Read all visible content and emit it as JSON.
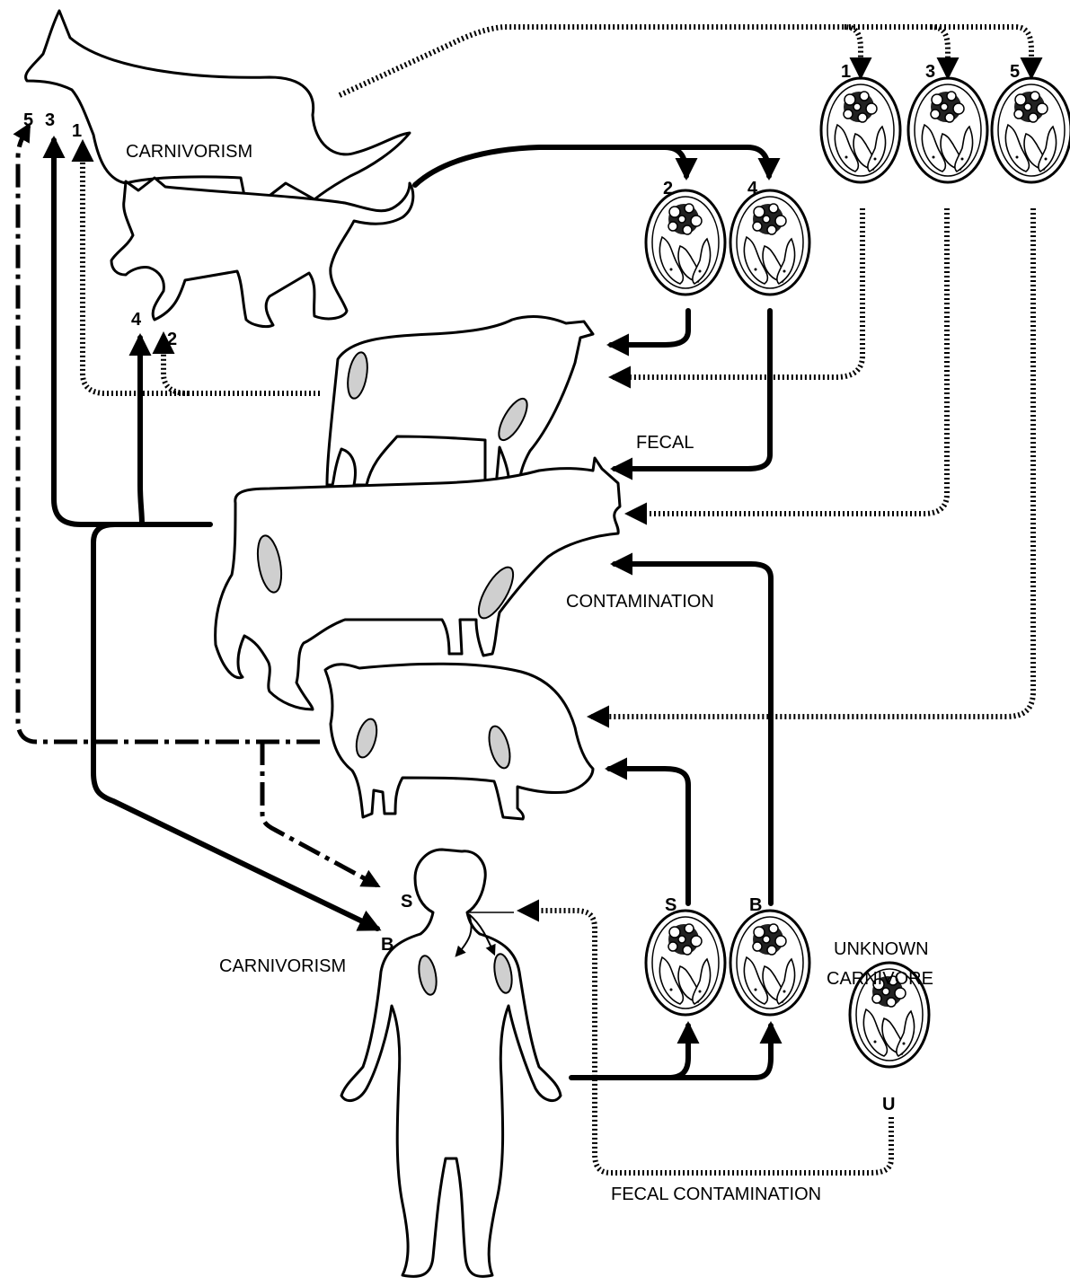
{
  "labels": {
    "carnivorism_top": "CARNIVORISM",
    "carnivorism_bottom": "CARNIVORISM",
    "fecal": "FECAL",
    "contamination": "CONTAMINATION",
    "unknown_carnivore_line1": "UNKNOWN",
    "unknown_carnivore_line2": "CARNIVORE",
    "fecal_contamination": "FECAL CONTAMINATION"
  },
  "numbers": {
    "dog_in_5": "5",
    "dog_in_3": "3",
    "dog_in_1": "1",
    "cat_in_4": "4",
    "cat_in_2": "2",
    "egg_1": "1",
    "egg_3": "3",
    "egg_5": "5",
    "egg_2": "2",
    "egg_4": "4",
    "human_in_s": "S",
    "human_in_b": "B",
    "egg_s": "S",
    "egg_b": "B",
    "egg_u": "U"
  }
}
